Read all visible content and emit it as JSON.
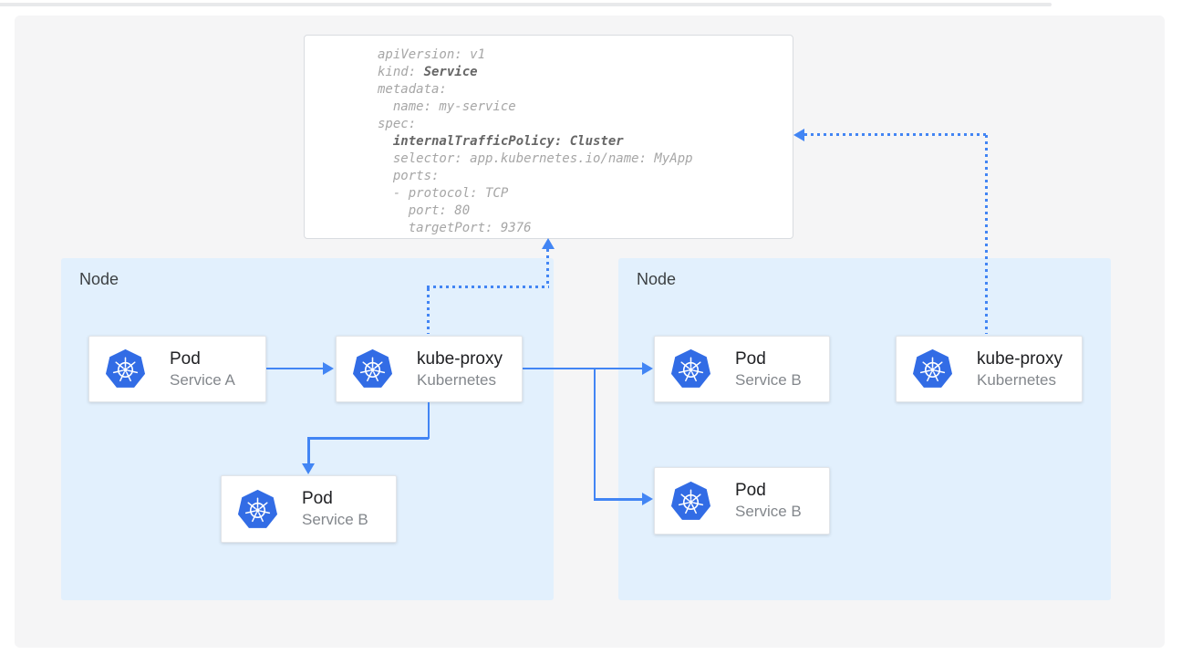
{
  "colors": {
    "arrow_blue": "#4285f4",
    "kubernetes_blue": "#326ce5",
    "node_background": "#e2f0fd",
    "panel_background": "#f5f5f6"
  },
  "yaml_card": {
    "lines": [
      [
        {
          "t": "apiVersion: v1",
          "b": false
        }
      ],
      [
        {
          "t": "kind: ",
          "b": false
        },
        {
          "t": "Service",
          "b": true
        }
      ],
      [
        {
          "t": "metadata:",
          "b": false
        }
      ],
      [
        {
          "t": "  name: my-service",
          "b": false
        }
      ],
      [
        {
          "t": "spec:",
          "b": false
        }
      ],
      [
        {
          "t": "  ",
          "b": false
        },
        {
          "t": "internalTrafficPolicy: Cluster",
          "b": true
        }
      ],
      [
        {
          "t": "  selector: app.kubernetes.io/name: MyApp",
          "b": false
        }
      ],
      [
        {
          "t": "  ports:",
          "b": false
        }
      ],
      [
        {
          "t": "  - protocol: TCP",
          "b": false
        }
      ],
      [
        {
          "t": "    port: 80",
          "b": false
        }
      ],
      [
        {
          "t": "    targetPort: 9376",
          "b": false
        }
      ]
    ]
  },
  "nodes": {
    "left": {
      "label": "Node"
    },
    "right": {
      "label": "Node"
    }
  },
  "boxes": {
    "pod_a": {
      "title": "Pod",
      "subtitle": "Service A",
      "icon": "kubernetes-icon"
    },
    "kube_proxy_left": {
      "title": "kube-proxy",
      "subtitle": "Kubernetes",
      "icon": "kubernetes-icon"
    },
    "pod_b_left": {
      "title": "Pod",
      "subtitle": "Service B",
      "icon": "kubernetes-icon"
    },
    "pod_b_right_top": {
      "title": "Pod",
      "subtitle": "Service B",
      "icon": "kubernetes-icon"
    },
    "pod_b_right_bottom": {
      "title": "Pod",
      "subtitle": "Service B",
      "icon": "kubernetes-icon"
    },
    "kube_proxy_right": {
      "title": "kube-proxy",
      "subtitle": "Kubernetes",
      "icon": "kubernetes-icon"
    }
  }
}
